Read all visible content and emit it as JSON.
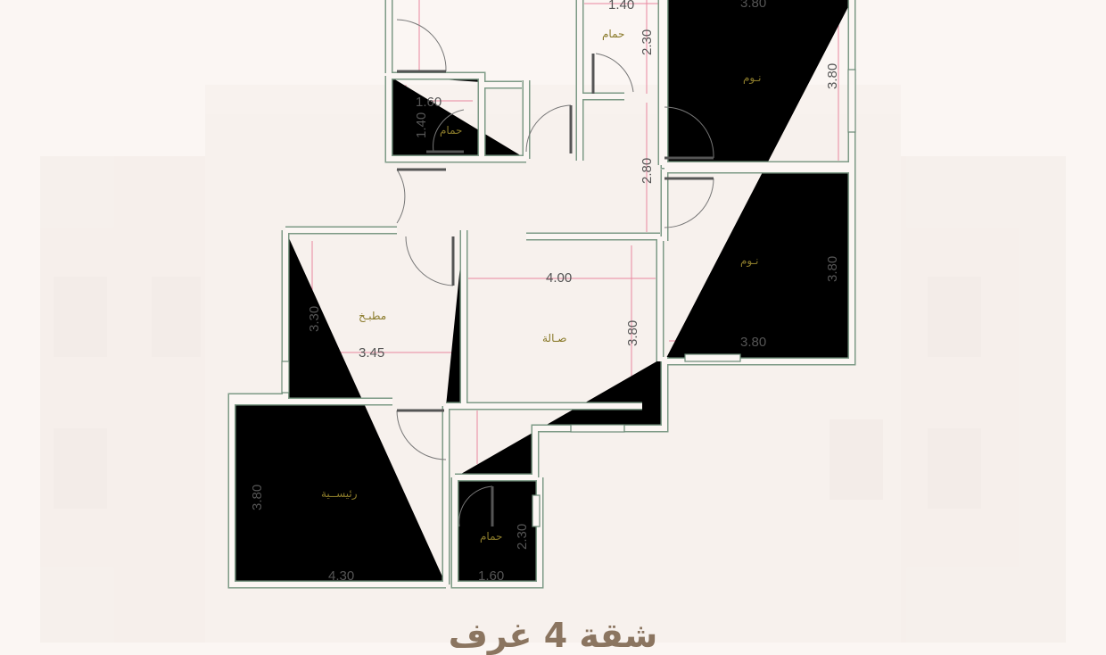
{
  "title": "شقة 4 غرف",
  "rooms": {
    "bath_top": "حمام",
    "bedroom_1": "نـوم",
    "bath_small": "حمام",
    "bedroom_2": "نـوم",
    "kitchen": "مطبـخ",
    "living": "صـالة",
    "master": "رئيســية",
    "bath_bottom": "حمام"
  },
  "dimensions": {
    "bath_top_w": "1.40",
    "bath_top_h": "2.30",
    "bedroom_1_w": "3.80",
    "bedroom_1_h": "3.80",
    "bath_small_w": "1.60",
    "bath_small_h": "1.40",
    "corridor": "2.80",
    "living_w": "4.00",
    "living_h": "3.80",
    "bedroom_2_h": "3.80",
    "bedroom_2_w": "3.80",
    "kitchen_h": "3.30",
    "kitchen_w": "3.45",
    "master_h": "3.80",
    "master_w": "4.30",
    "bath_bottom_h": "2.30",
    "bath_bottom_w": "1.60"
  },
  "colors": {
    "wall": "#7d9a86",
    "dimension_line": "#e8879f",
    "label": "#8a7a2a",
    "title": "#8b7560"
  }
}
